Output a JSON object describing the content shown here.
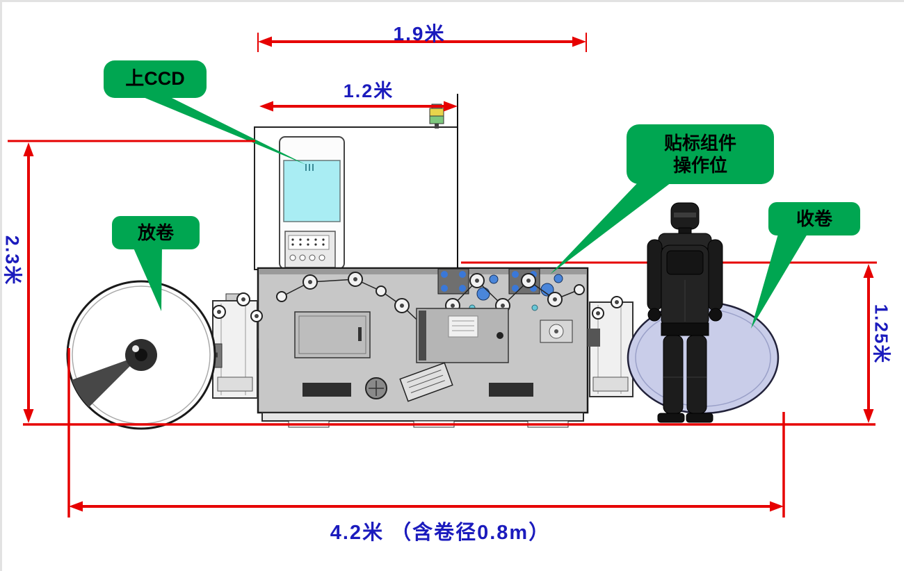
{
  "diagram": {
    "dimensions": {
      "top_width": "1.9米",
      "ccd_section_width": "1.2米",
      "machine_height": "2.3米",
      "rewind_roll_height": "1.25米",
      "total_length": "4.2米 （含卷径0.8m）"
    },
    "callouts": {
      "top_ccd": "上CCD",
      "label_station_line1": "贴标组件",
      "label_station_line2": "操作位",
      "unwind": "放卷",
      "rewind": "收卷"
    },
    "colors": {
      "dimension_line_red": "#e60000",
      "dimension_text_blue": "#1b1bbd",
      "callout_green": "#00a651",
      "ccd_screen_cyan": "#a9edf3",
      "rewind_roll_lavender": "#c9cde9",
      "machine_body_gray": "#c7c7c7"
    }
  }
}
